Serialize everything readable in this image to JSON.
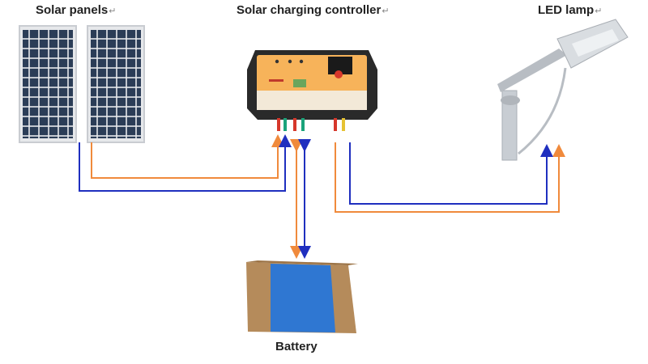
{
  "labels": {
    "solar_panels": "Solar panels",
    "controller": "Solar charging controller",
    "led_lamp": "LED lamp",
    "battery": "Battery",
    "return_mark": "↵"
  },
  "colors": {
    "wire_orange": "#f08a3c",
    "wire_blue": "#1f2fbf",
    "panel_cell": "#2b3d57",
    "panel_frame": "#c9ccd1",
    "controller_face": "#f7b35a",
    "controller_body": "#2a2a2a",
    "battery_wrap": "#b58b5b",
    "battery_label": "#2f77d2",
    "lamp_body": "#c8cdd3"
  },
  "icons": {
    "solar_panels": "solar-panel-icon",
    "controller": "charge-controller-icon",
    "led_lamp": "street-lamp-icon",
    "battery": "battery-icon"
  }
}
